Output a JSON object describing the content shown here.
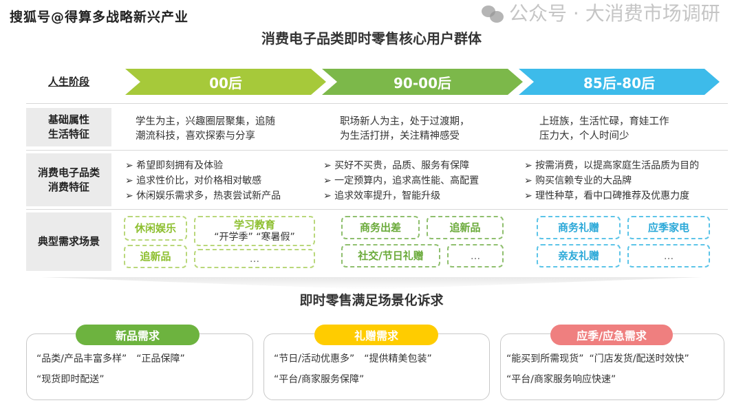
{
  "watermark_top": "搜狐号@得算多战略新兴产业",
  "title": "消费电子品类即时零售核心用户群体",
  "row_labels": {
    "stage": "人生阶段",
    "attr": [
      "基础属性",
      "生活特征"
    ],
    "consume": [
      "消费电子品类",
      "消费特征"
    ],
    "scene": "典型需求场景"
  },
  "stages": [
    {
      "label": "00后",
      "color": "#a6c93a"
    },
    {
      "label": "90-00后",
      "color": "#7cb84a"
    },
    {
      "label": "85后-80后",
      "color": "#3dbbea"
    }
  ],
  "attributes": [
    [
      "学生为主，兴趣圈层聚集，追随",
      "潮流科技，喜欢探索与分享"
    ],
    [
      "职场新人为主，处于过渡期，",
      "为生活打拼，关注精神感受"
    ],
    [
      "上班族，生活忙碌，育娃工作",
      "压力大，个人时间少"
    ]
  ],
  "consumption": [
    [
      "➢ 希望即刻拥有及体验",
      "➢ 追求性价比，对价格相对敏感",
      "➢ 休闲娱乐需求多，热衷尝试新产品"
    ],
    [
      "➢ 买好不买贵，品质、服务有保障",
      "➢ 一定预算内，追求高性能、高配置",
      "➢ 追求效率提升，智能升级"
    ],
    [
      "➢ 按需消费，以提高家庭生活品质为目的",
      "➢ 购买信赖专业的大品牌",
      "➢ 理性种草，看中口碑推荐及优惠力度"
    ]
  ],
  "scenes": {
    "g1": {
      "a": "休闲娱乐",
      "b": "学习教育",
      "b_sub": "“开学季”  “寒暑假”",
      "c": "追新品",
      "d": "..."
    },
    "g2": {
      "a": "商务出差",
      "b": "追新品",
      "c": "社交/节日礼赠",
      "d": "..."
    },
    "g3": {
      "a": "商务礼赠",
      "b": "应季家电",
      "c": "亲友礼赠",
      "d": "..."
    }
  },
  "subtitle": "即时零售满足场景化诉求",
  "needs": [
    {
      "label": "新品需求",
      "color": "#6db33f",
      "lines": [
        "“品类/产品丰富多样”",
        "“正品保障”",
        "“现货即时配送”"
      ]
    },
    {
      "label": "礼赠需求",
      "color": "#ffcc00",
      "lines": [
        "“节日/活动优惠多”",
        "“提供精美包装”",
        "“平台/商家服务保障”"
      ]
    },
    {
      "label": "应季/应急需求",
      "color": "#ef7f7f",
      "lines": [
        "“能买到所需现货”",
        "“门店发货/配送时效快”",
        "“平台/商家服务响应快速”"
      ]
    }
  ],
  "watermark_bottom": "公众号 · 大消费市场调研"
}
